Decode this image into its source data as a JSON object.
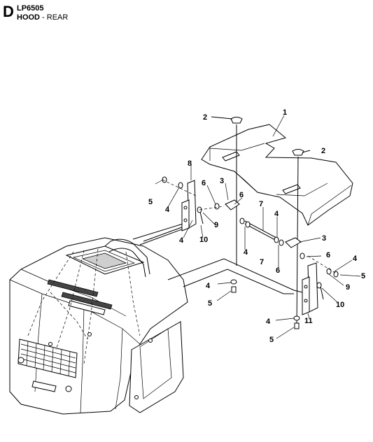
{
  "header": {
    "section_letter": "D",
    "model": "LP6505",
    "title_bold": "HOOD",
    "title_rest": " - REAR"
  },
  "callouts": [
    "1",
    "2",
    "2",
    "3",
    "3",
    "4",
    "4",
    "4",
    "4",
    "4",
    "4",
    "4",
    "5",
    "5",
    "5",
    "5",
    "6",
    "6",
    "6",
    "6",
    "7",
    "7",
    "8",
    "9",
    "9",
    "10",
    "10",
    "11"
  ]
}
